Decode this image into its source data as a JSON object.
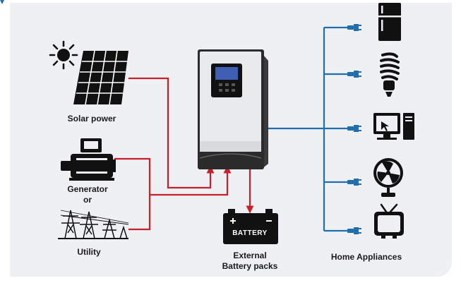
{
  "labels": {
    "solar": "Solar power",
    "generator": "Generator",
    "or": "or",
    "utility": "Utility",
    "battery_text": "BATTERY",
    "external": "External",
    "battery_packs": "Battery packs",
    "home": "Home Appliances"
  },
  "colors": {
    "ac_line": "#c8202a",
    "output_line": "#1f6fb0",
    "panel_bg": "#eef0f3",
    "device_body": "#e9eaec",
    "device_dark": "#2b2b2b"
  },
  "icons": {
    "solar": "solar-panel-icon",
    "sun": "sun-icon",
    "generator": "generator-icon",
    "utility": "power-tower-icon",
    "battery": "battery-icon",
    "fridge": "fridge-icon",
    "lamp": "light-bulb-icon",
    "computer": "computer-icon",
    "fan": "fan-icon",
    "tv": "tv-icon",
    "plug": "plug-icon"
  }
}
